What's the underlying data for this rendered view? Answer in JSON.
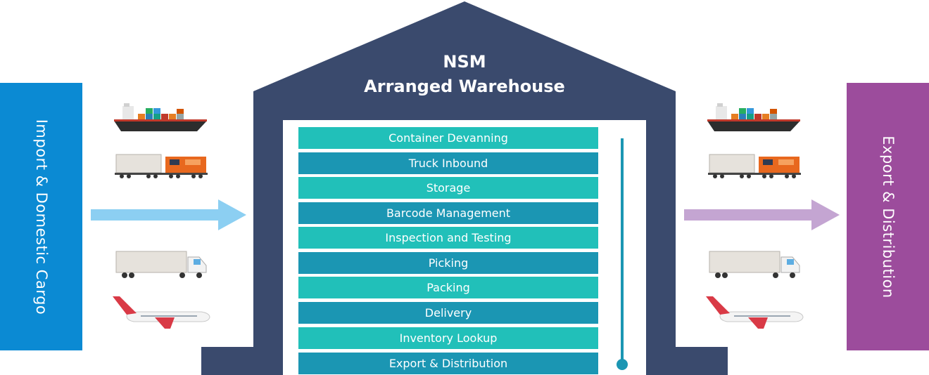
{
  "left_panel": {
    "label": "Import & Domestic Cargo",
    "color": "#0b8ad3"
  },
  "right_panel": {
    "label": "Export & Distribution",
    "color": "#9c4c9c"
  },
  "warehouse": {
    "title_line1": "NSM",
    "title_line2": "Arranged Warehouse",
    "color": "#3a4a6d"
  },
  "steps": [
    "Container Devanning",
    "Truck Inbound",
    "Storage",
    "Barcode Management",
    "Inspection and Testing",
    "Picking",
    "Packing",
    "Delivery",
    "Inventory Lookup",
    "Export & Distribution"
  ],
  "step_colors": {
    "light": "#21c0b9",
    "dark": "#1b96b3"
  },
  "arrows": {
    "inbound_color": "#8ccff2",
    "outbound_color": "#c4a5d2"
  },
  "transport_icons": [
    "ship-icon",
    "train-icon",
    "truck-icon",
    "airplane-icon"
  ]
}
